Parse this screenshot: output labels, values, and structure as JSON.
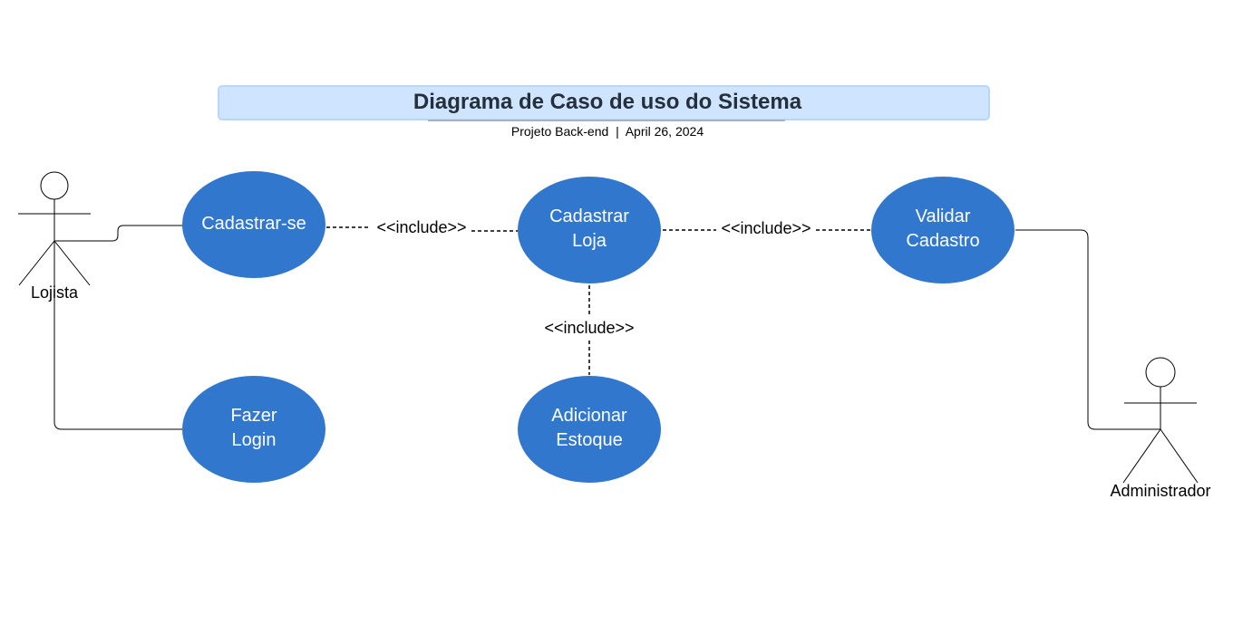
{
  "header": {
    "title": "Diagrama de Caso de uso do Sistema",
    "subtitle": "Projeto Back-end  |  April 26, 2024"
  },
  "colors": {
    "use_case_fill": "#3077cd",
    "title_fill": "#cfe4ff",
    "title_border": "#b9d7f9"
  },
  "actors": [
    {
      "id": "lojista",
      "label": "Lojista"
    },
    {
      "id": "administrador",
      "label": "Administrador"
    }
  ],
  "use_cases": [
    {
      "id": "cadastrar-se",
      "lines": [
        "Cadastrar-se"
      ]
    },
    {
      "id": "cadastrar-loja",
      "lines": [
        "Cadastrar",
        "Loja"
      ]
    },
    {
      "id": "validar-cadastro",
      "lines": [
        "Validar",
        "Cadastro"
      ]
    },
    {
      "id": "fazer-login",
      "lines": [
        "Fazer",
        "Login"
      ]
    },
    {
      "id": "adicionar-estoque",
      "lines": [
        "Adicionar",
        "Estoque"
      ]
    }
  ],
  "relationships": [
    {
      "from": "cadastrar-se",
      "to": "cadastrar-loja",
      "label": "<<include>>"
    },
    {
      "from": "cadastrar-loja",
      "to": "validar-cadastro",
      "label": "<<include>>"
    },
    {
      "from": "cadastrar-loja",
      "to": "adicionar-estoque",
      "label": "<<include>>"
    }
  ],
  "associations": [
    {
      "actor": "lojista",
      "use_case": "cadastrar-se"
    },
    {
      "actor": "lojista",
      "use_case": "fazer-login"
    },
    {
      "actor": "administrador",
      "use_case": "validar-cadastro"
    }
  ]
}
